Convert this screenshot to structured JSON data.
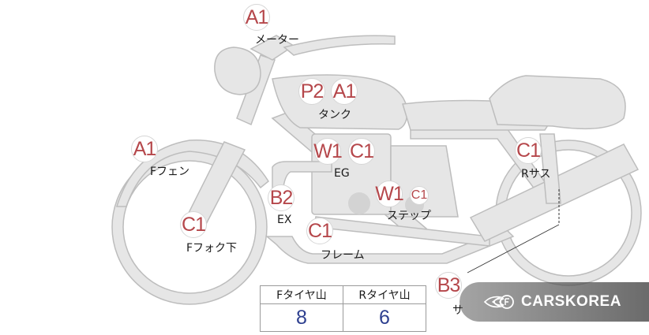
{
  "badges": {
    "meter": "A1",
    "tank_p": "P2",
    "tank_a": "A1",
    "engine_w": "W1",
    "engine_c": "C1",
    "fender": "A1",
    "rear_susp": "C1",
    "step_w": "W1",
    "step_c": "C1",
    "exhaust": "B2",
    "fork": "C1",
    "frame": "C1",
    "muffler": "B3"
  },
  "labels": {
    "meter": "メーター",
    "tank": "タンク",
    "engine": "EG",
    "fender": "Fフェン",
    "rear_susp": "Rサス",
    "step": "ステップ",
    "exhaust": "EX",
    "fork": "Fフォク下",
    "frame": "フレーム",
    "muffler": "サ"
  },
  "tread": {
    "front_label": "Fタイヤ山",
    "rear_label": "Rタイヤ山",
    "front_value": "8",
    "rear_value": "6"
  },
  "watermark": {
    "text": "CARSKOREA",
    "icon": "flame-logo-icon"
  },
  "colors": {
    "body_fill": "#e6e6e6",
    "outline": "#b9b9b9",
    "badge_text": "#b5474b",
    "tread_value": "#2d3f8f"
  }
}
